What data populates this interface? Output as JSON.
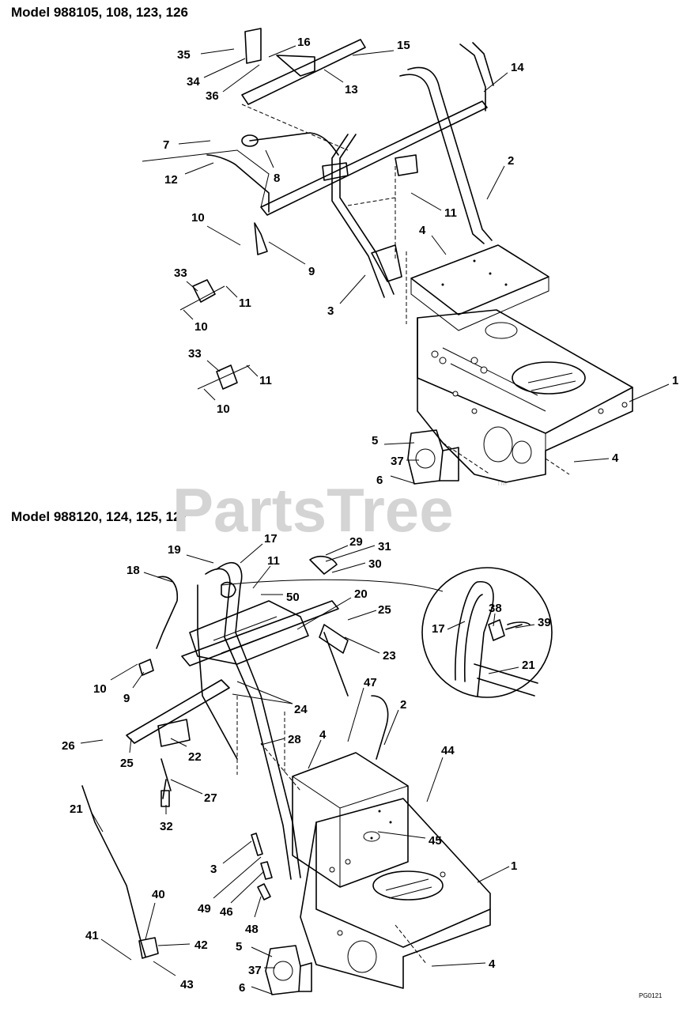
{
  "headings": {
    "top": "Model 988105, 108, 123, 126",
    "bottom": "Model  988120, 124, 125, 127"
  },
  "watermark": {
    "text": "PartsTree",
    "trademark": "TM"
  },
  "drawing_code": "PG0121",
  "callouts_top": [
    "35",
    "34",
    "36",
    "16",
    "13",
    "15",
    "14",
    "7",
    "12",
    "8",
    "2",
    "11",
    "10",
    "9",
    "4",
    "3",
    "33",
    "11",
    "10",
    "33",
    "11",
    "10",
    "1",
    "5",
    "37",
    "6",
    "4"
  ],
  "callouts_bottom": [
    "19",
    "17",
    "18",
    "11",
    "50",
    "29",
    "31",
    "30",
    "20",
    "25",
    "23",
    "10",
    "9",
    "24",
    "26",
    "25",
    "22",
    "27",
    "32",
    "28",
    "4",
    "47",
    "2",
    "44",
    "45",
    "3",
    "49",
    "46",
    "48",
    "1",
    "21",
    "40",
    "41",
    "42",
    "43",
    "5",
    "37",
    "6",
    "4",
    "17",
    "38",
    "39",
    "21"
  ]
}
